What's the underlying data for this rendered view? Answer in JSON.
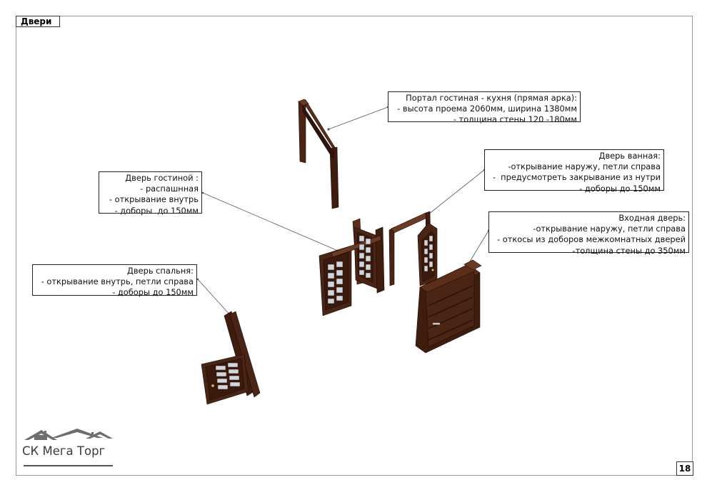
{
  "page": {
    "title": "Двери",
    "page_number": "18"
  },
  "notes": [
    {
      "id": "portal",
      "lines": [
        "Портал гостиная - кухня (прямая арка):",
        "- высота проема 2060мм, ширина 1380мм",
        "- толщина стены 120 -180мм"
      ]
    },
    {
      "id": "bath",
      "lines": [
        "Дверь ванная:",
        "-открывание наружу, петли справа",
        "-  предусмотреть закрывание из нутри",
        "- доборы до 150мм"
      ]
    },
    {
      "id": "living",
      "lines": [
        "Дверь гостиной :",
        "- распашнная",
        "- открывание внутрь",
        "- доборы  до 150мм"
      ]
    },
    {
      "id": "entrance",
      "lines": [
        "Входная дверь:",
        "-открывание наружу, петли справа",
        "- откосы из доборов межкомнатных дверей",
        "-толщина стены до 350мм"
      ]
    },
    {
      "id": "bedroom",
      "lines": [
        "Дверь спальня:",
        "- открывание внутрь, петли справа",
        "- доборы до 150мм"
      ]
    }
  ],
  "logo": {
    "text": "СК Мега Торг"
  },
  "colors": {
    "wood": "#4a2414",
    "wood_dark": "#2e140a",
    "wood_light": "#6b3a22",
    "glass": "#cfd6dc"
  }
}
